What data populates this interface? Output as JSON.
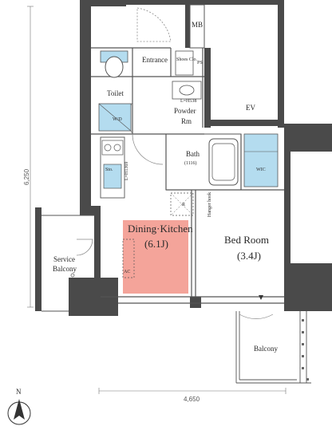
{
  "rooms": {
    "mb": "MB",
    "entrance": "Entrance",
    "shoes_closet": "Shoes Clo.",
    "ps": "PS",
    "toilet": "Toilet",
    "powder_room": "Powder Rm",
    "ev": "EV",
    "bath": "Bath",
    "bath_size": "(1116)",
    "wic": "WIC",
    "dining_kitchen": "Dining·Kitchen",
    "dining_kitchen_size": "(6.1J)",
    "bed_room": "Bed Room",
    "bed_room_size": "(3.4J)",
    "service_balcony": "Service Balcony",
    "balcony": "Balcony"
  },
  "fixtures": {
    "washer": "W/D",
    "storage": "Sto.",
    "ac": "AC",
    "refrigerator": "R",
    "hanger_hook": "Hanger hook",
    "l_height_1": "L=H538",
    "l_height_2": "L=H1369"
  },
  "dimensions": {
    "depth": "6,250",
    "width": "4,650"
  },
  "compass": "N",
  "colors": {
    "wall": "#4a4a4a",
    "dining_fill": "#f4a49a",
    "wet_area_fill": "#b4dcef",
    "line": "#555555"
  }
}
